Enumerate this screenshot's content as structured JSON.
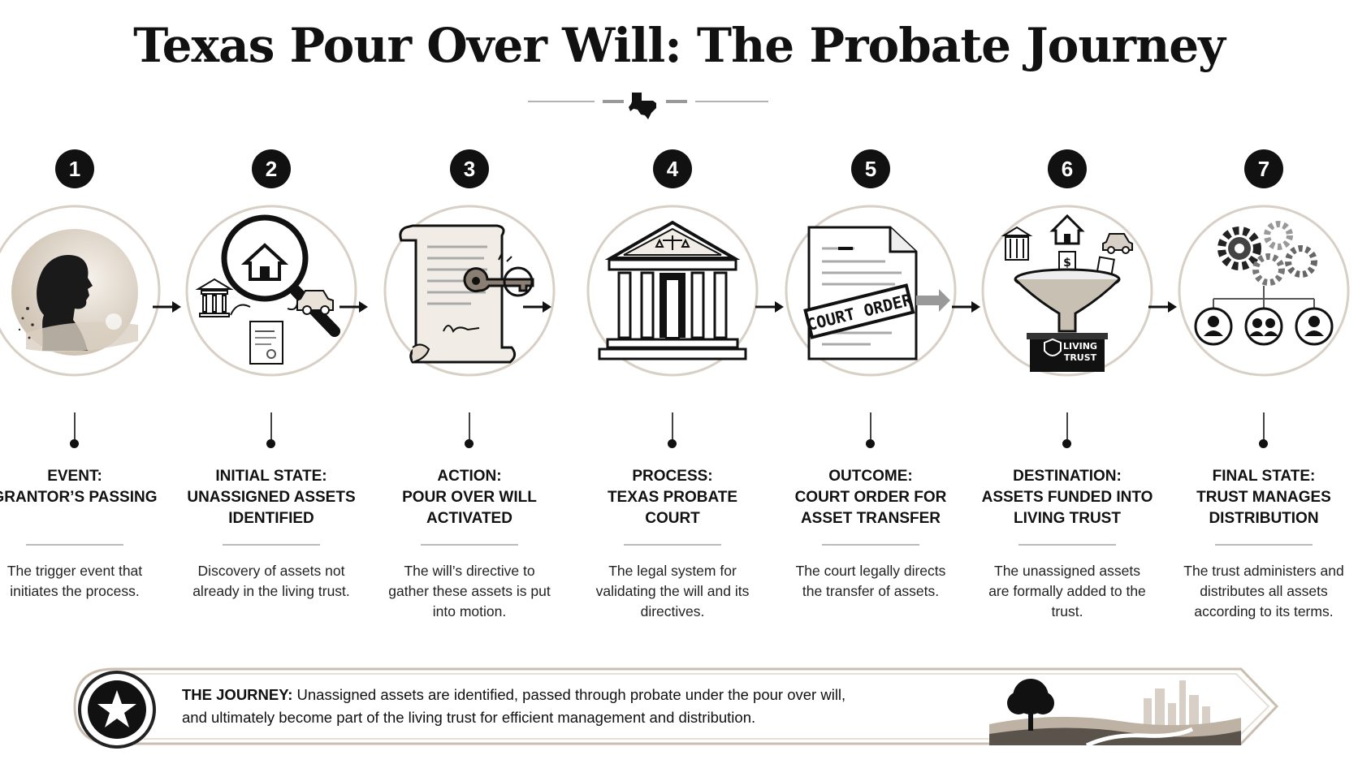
{
  "title": "Texas Pour Over Will: The Probate Journey",
  "colors": {
    "ink": "#111111",
    "ring": "#d8d0c6",
    "paper": "#f1ede6",
    "sepia": "#b9ab98"
  },
  "steps": [
    {
      "number": "1",
      "label_l1": "EVENT:",
      "label_l2": "GRANTOR’S PASSING",
      "label_l3": "",
      "desc": "The trigger event that initiates the process.",
      "icon": "silhouette-icon"
    },
    {
      "number": "2",
      "label_l1": "INITIAL STATE:",
      "label_l2": "UNASSIGNED ASSETS",
      "label_l3": "IDENTIFIED",
      "desc": "Discovery of assets not already in the living trust.",
      "icon": "magnifier-icon"
    },
    {
      "number": "3",
      "label_l1": "ACTION:",
      "label_l2": "POUR OVER WILL",
      "label_l3": "ACTIVATED",
      "desc": "The will’s directive to gather these assets is put into motion.",
      "icon": "scroll-key-icon"
    },
    {
      "number": "4",
      "label_l1": "PROCESS:",
      "label_l2": "TEXAS PROBATE",
      "label_l3": "COURT",
      "desc": "The legal system for validating the will and its directives.",
      "icon": "courthouse-icon"
    },
    {
      "number": "5",
      "label_l1": "OUTCOME:",
      "label_l2": "COURT ORDER FOR",
      "label_l3": "ASSET TRANSFER",
      "desc": "The court legally directs the transfer of assets.",
      "icon": "court-order-icon",
      "stamp_text": "COURT ORDER"
    },
    {
      "number": "6",
      "label_l1": "DESTINATION:",
      "label_l2": "ASSETS FUNDED INTO",
      "label_l3": "LIVING TRUST",
      "desc": "The unassigned assets are formally added to the trust.",
      "icon": "funnel-icon",
      "box_l1": "LIVING",
      "box_l2": "TRUST"
    },
    {
      "number": "7",
      "label_l1": "FINAL STATE:",
      "label_l2": "TRUST MANAGES",
      "label_l3": "DISTRIBUTION",
      "desc": "The trust administers and distributes all assets according to its terms.",
      "icon": "gears-people-icon"
    }
  ],
  "banner": {
    "lead": "THE JOURNEY:",
    "line1": "Unassigned assets are identified, passed through probate under the pour over will,",
    "line2": "and ultimately become part of the living trust for efficient management and distribution."
  }
}
